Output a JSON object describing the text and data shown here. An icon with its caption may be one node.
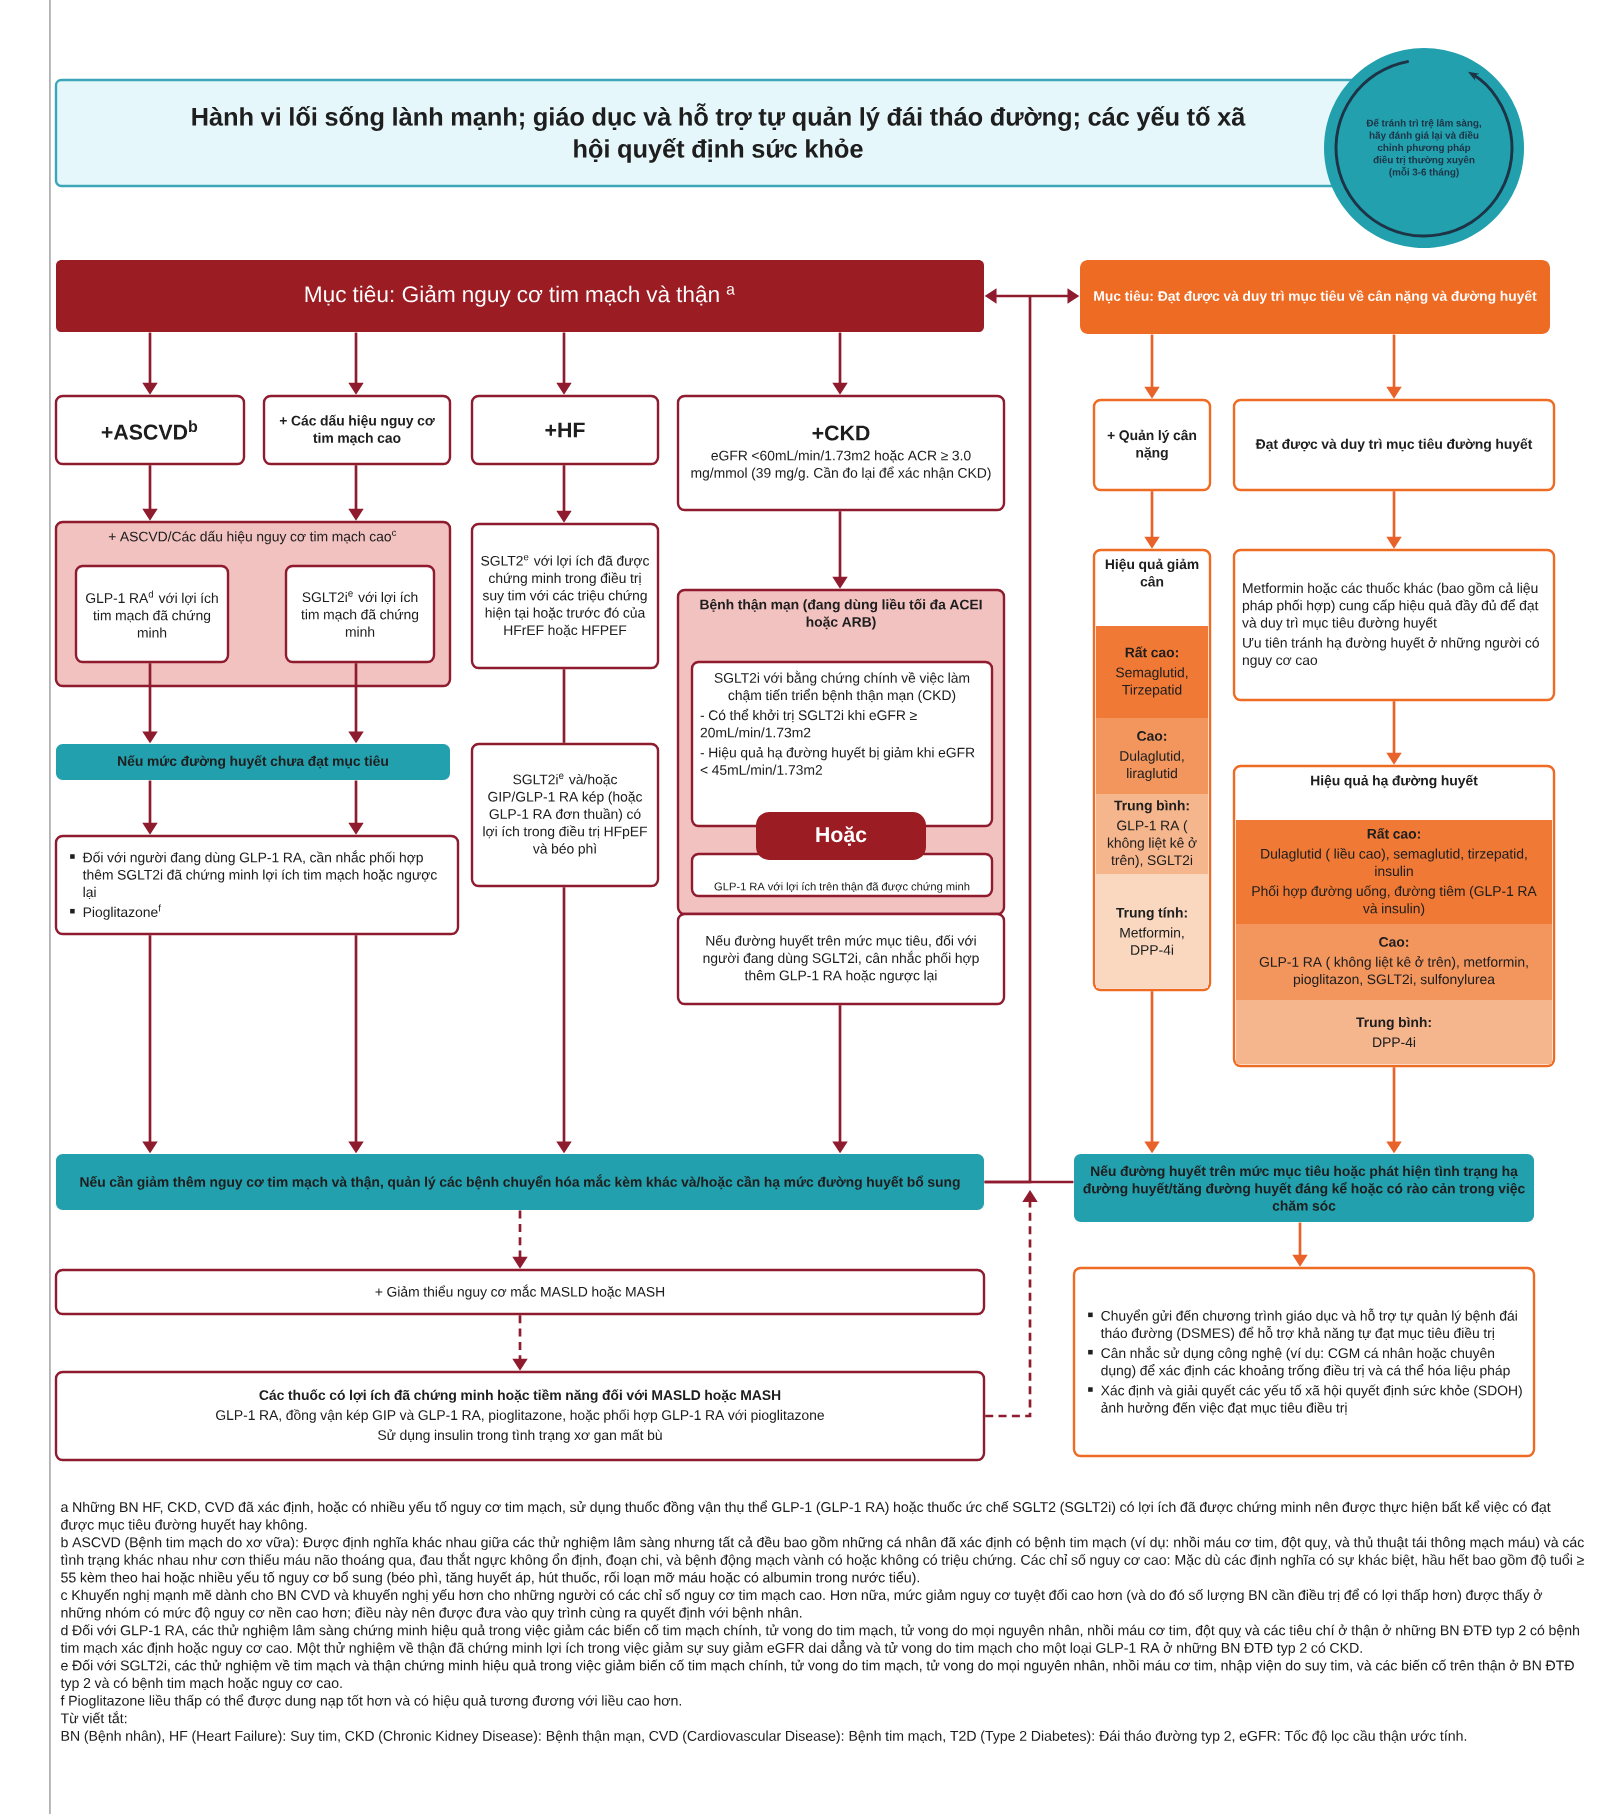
{
  "diagram": {
    "nodes": [
      {
        "text": [
          "Hành vi lối sống lành mạnh; giáo dục và hỗ trợ tự quản lý đái tháo đường; các yếu tố xã hội quyết định sức khỏe"
        ]
      },
      {
        "text": [
          "Để tránh trì trệ lâm sàng, hãy đánh giá lại và điều chỉnh phương pháp điều trị thường xuyên (mỗi 3-6 tháng)"
        ]
      },
      {
        "text": [
          "Mục tiêu: Giảm nguy cơ tim mạch và thận $^{a}$"
        ]
      },
      {
        "text": [
          "Mục tiêu: Đạt được và duy trì mục tiêu về cân nặng và đường huyết"
        ]
      },
      {
        "text": [
          "+ASCVD$^{b}$"
        ]
      },
      {
        "text": [
          "+ Các dấu hiệu nguy cơ tim mạch cao"
        ]
      },
      {
        "text": [
          "+HF"
        ]
      },
      {
        "text": [
          "+CKD",
          "eGFR <60mL/min/1.73m2 hoặc ACR ≥ 3.0 mg/mmol (39 mg/g. Cần đo lại để xác nhận CKD)"
        ]
      },
      {
        "text": [
          "+ ASCVD/Các dấu hiệu nguy cơ tim mạch cao$^{c}$"
        ]
      },
      {
        "text": [
          "GLP-1 RA$^{d}$ với lợi ích tim mạch đã chứng minh"
        ],
        "in": 8
      },
      {
        "text": [
          "SGLT2i$^{e}$ với lợi ích tim mạch đã chứng minh"
        ],
        "in": 8
      },
      {
        "text": [
          "Nếu mức đường huyết chưa đạt mục tiêu"
        ]
      },
      {
        "text": [
          "Đối với người đang dùng GLP-1 RA, cần nhắc phối hợp thêm SGLT2i đã chứng minh lợi ích tim mạch hoặc ngược lại",
          "Pioglitazone$^{f}$"
        ]
      },
      {
        "text": [
          "SGLT2$^{e}$ với lợi ích đã được chứng minh trong điều trị suy tim với các triệu chứng hiện tại hoặc trước đó của HFrEF hoặc HFPEF"
        ]
      },
      {
        "text": [
          "SGLT2i$^{e}$ và/hoặc GIP/GLP-1 RA kép (hoặc GLP-1 RA đơn thuần) có lợi ích trong điều trị HFpEF và béo phì"
        ]
      },
      {
        "text": [
          "Bệnh thận mạn (đang dùng liều tối đa ACEI hoặc ARB)"
        ]
      },
      {
        "text": [
          "SGLT2i với bằng chứng chính về việc làm chậm tiến triển bệnh thận mạn (CKD)",
          "- Có thể khởi trị SGLT2i khi eGFR ≥ 20mL/min/1.73m2",
          "- Hiệu quả hạ đường huyết bị giảm khi eGFR < 45mL/min/1.73m2"
        ],
        "in": 15
      },
      {
        "text": [
          "Hoặc"
        ],
        "in": 15
      },
      {
        "text": [
          "GLP-1 RA với lợi ích trên thận đã được chứng minh"
        ],
        "in": 15
      },
      {
        "text": [
          "Nếu đường huyết trên mức mục tiêu, đối với người đang dùng SGLT2i, cân nhắc phối hợp thêm GLP-1 RA hoặc ngược lại"
        ]
      },
      {
        "text": [
          "Nếu cần giảm thêm nguy cơ tim mạch và thận, quản lý các bệnh chuyển hóa mắc kèm khác và/hoặc cần hạ mức đường huyết bổ sung"
        ]
      },
      {
        "text": [
          "+ Giảm thiểu nguy cơ mắc MASLD hoặc MASH"
        ]
      },
      {
        "text": [
          "Các thuốc có lợi ích đã chứng minh hoặc tiềm năng đối với MASLD hoặc MASH",
          "GLP-1 RA, đồng vận kép GIP và GLP-1 RA, pioglitazone, hoặc phối hợp GLP-1 RA với pioglitazone",
          "Sử dụng insulin trong tình trạng xơ gan mất bù"
        ]
      },
      {
        "text": [
          "+ Quản lý cân nặng"
        ]
      },
      {
        "text": [
          "Đạt được và duy trì mục tiêu đường huyết"
        ]
      },
      {
        "text": [
          "Hiệu quả giảm cân"
        ]
      },
      {
        "text": [
          "Rất cao:",
          "Semaglutid, Tirzepatid"
        ],
        "in": 25
      },
      {
        "text": [
          "Cao:",
          "Dulaglutid, liraglutid"
        ],
        "in": 25
      },
      {
        "text": [
          "Trung bình:",
          "GLP-1 RA ( không liệt kê ở trên), SGLT2i"
        ],
        "in": 25
      },
      {
        "text": [
          "Trung tính:",
          "Metformin, DPP-4i"
        ],
        "in": 25
      },
      {
        "text": [
          "Metformin hoặc các thuốc khác (bao gồm cả liệu pháp phối hợp) cung cấp hiệu quả đầy đủ để đạt và duy trì mục tiêu đường huyết",
          "Ưu tiên tránh hạ đường huyết ở những người có nguy cơ cao"
        ]
      },
      {
        "text": [
          "Hiệu quả hạ đường huyết"
        ]
      },
      {
        "text": [
          "Rất cao:",
          "Dulaglutid ( liều cao), semaglutid, tirzepatid, insulin",
          "Phối hợp đường uống, đường tiêm (GLP-1 RA và insulin)"
        ],
        "in": 31
      },
      {
        "text": [
          "Cao:",
          "GLP-1 RA ( không liệt kê ở trên), metformin, pioglitazon, SGLT2i, sulfonylurea"
        ],
        "in": 31
      },
      {
        "text": [
          "Trung bình:",
          "DPP-4i"
        ],
        "in": 31
      },
      {
        "text": [
          "Nếu đường huyết trên mức mục tiêu hoặc phát hiện tình trạng hạ đường huyết/tăng đường huyết đáng kể hoặc có rào cản trong việc chăm sóc"
        ]
      },
      {
        "text": [
          "Chuyển gửi đến chương trình giáo dục và hỗ trợ tự quản lý bệnh đái tháo đường (DSMES) để hỗ trợ khả năng tự đạt mục tiêu điều trị",
          "Cân nhắc sử dụng công nghệ (ví dụ: CGM cá nhân hoặc chuyên dụng) để xác định các khoảng trống điều trị và cá thể hóa liệu pháp",
          "Xác định và giải quyết các yếu tố xã hội quyết định sức khỏe (SDOH) ảnh hưởng đến việc đạt mục tiêu điều trị"
        ]
      }
    ],
    "edges": [
      {
        "from": 2,
        "to": 3,
        "arrow": "both"
      },
      {
        "from": 2,
        "to": 4,
        "arrow": "to"
      },
      {
        "from": 2,
        "to": 5,
        "arrow": "to"
      },
      {
        "from": 2,
        "to": 6,
        "arrow": "to"
      },
      {
        "from": 2,
        "to": 7,
        "arrow": "to"
      },
      {
        "from": 4,
        "to": 8,
        "arrow": "to"
      },
      {
        "from": 5,
        "to": 8,
        "arrow": "to"
      },
      {
        "from": 9,
        "to": 11,
        "arrow": "to"
      },
      {
        "from": 10,
        "to": 11,
        "arrow": "to"
      },
      {
        "from": 11,
        "to": 12,
        "arrow": "to"
      },
      {
        "from": 11,
        "to": 12,
        "arrow": "to"
      },
      {
        "from": 6,
        "to": 13,
        "arrow": "to"
      },
      {
        "from": 13,
        "to": 14,
        "arrow": "none"
      },
      {
        "from": 7,
        "to": 15,
        "arrow": "to"
      },
      {
        "from": 12,
        "to": 20,
        "arrow": "to"
      },
      {
        "from": 12,
        "to": 20,
        "arrow": "to"
      },
      {
        "from": 14,
        "to": 20,
        "arrow": "to"
      },
      {
        "from": 19,
        "to": 20,
        "arrow": "to"
      },
      {
        "from": 20,
        "to": 21,
        "arrow": "to",
        "style": "dashed"
      },
      {
        "from": 21,
        "to": 22,
        "arrow": "to",
        "style": "dashed"
      },
      {
        "from": 22,
        "to": null,
        "arrow": "to",
        "style": "dashed"
      },
      {
        "from": 2,
        "to": 20,
        "arrow": "none"
      },
      {
        "from": 20,
        "to": 35,
        "arrow": "none"
      },
      {
        "from": 3,
        "to": 23,
        "arrow": "to",
        "color": "#e8622a"
      },
      {
        "from": 3,
        "to": 24,
        "arrow": "to",
        "color": "#e8622a"
      },
      {
        "from": 23,
        "to": 25,
        "arrow": "to",
        "color": "#e8622a"
      },
      {
        "from": 24,
        "to": 30,
        "arrow": "to",
        "color": "#e8622a"
      },
      {
        "from": 30,
        "to": 31,
        "arrow": "to",
        "color": "#e8622a"
      },
      {
        "from": 25,
        "to": 35,
        "arrow": "to",
        "color": "#e8622a"
      },
      {
        "from": 31,
        "to": 35,
        "arrow": "to",
        "color": "#e8622a"
      },
      {
        "from": 35,
        "to": 36,
        "arrow": "to",
        "color": "#e8622a"
      }
    ],
    "labels": [
      "a Những BN HF, CKD, CVD đã xác định, hoặc có nhiều yếu tố nguy cơ tim mạch, sử dụng thuốc đồng vận thụ thể GLP-1 (GLP-1 RA) hoặc thuốc ức chế SGLT2 (SGLT2i) có lợi ích đã được chứng minh nên được thực hiện bất kể việc có đạt được mục tiêu đường huyết hay không.",
      "b ASCVD (Bệnh tim mạch do xơ vữa): Được định nghĩa khác nhau giữa các thử nghiệm lâm sàng nhưng tất cả đều bao gồm những cá nhân đã xác định có bệnh tim mạch (ví dụ: nhồi máu cơ tim, đột quỵ, và thủ thuật tái thông mạch máu) và các tình trạng khác nhau như cơn thiếu máu não thoáng qua, đau thắt ngực không ổn định, đoạn chi, và bệnh động mạch vành có hoặc không có triệu chứng. Các chỉ số nguy cơ cao: Mặc dù các định nghĩa có sự khác biệt, hầu hết bao gồm độ tuổi ≥ 55 kèm theo hai hoặc nhiều yếu tố nguy cơ bổ sung (béo phì, tăng huyết áp, hút thuốc, rối loạn mỡ máu hoặc có albumin trong nước tiểu).",
      "c Khuyến nghị mạnh mẽ dành cho BN CVD và khuyến nghị yếu hơn cho những người có các chỉ số nguy cơ tim mạch cao. Hơn nữa, mức giảm nguy cơ tuyệt đối cao hơn (và do đó số lượng BN cần điều trị để có lợi thấp hơn) được thấy ở những nhóm có mức độ nguy cơ nền cao hơn; điều này nên được đưa vào quy trình cùng ra quyết định với bệnh nhân.",
      "d Đối với GLP-1 RA, các thử nghiệm lâm sàng chứng minh hiệu quả trong việc giảm các biến cố tim mạch chính, tử vong do tim mạch, tử vong do mọi nguyên nhân, nhồi máu cơ tim, đột quỵ và các tiêu chí ở thận ở những BN ĐTĐ typ 2 có bệnh tim mạch xác định hoặc nguy cơ cao. Một thử nghiệm về thận đã chứng minh lợi ích trong việc giảm sự suy giảm eGFR dai dẳng và tử vong do tim mạch cho một loại GLP-1 RA ở những BN ĐTĐ typ 2 có CKD.",
      "e Đối với SGLT2i, các thử nghiệm về tim mạch và thận chứng minh hiệu quả trong việc giảm biến cố tim mạch chính, tử vong do tim mạch, tử vong do mọi nguyên nhân, nhồi máu cơ tim, nhập viện do suy tim, và các biến cố trên thận ở BN ĐTĐ typ 2 và có bệnh tim mạch hoặc nguy cơ cao.",
      "f Pioglitazone liều thấp có thể được dung nạp tốt hơn và có hiệu quả tương đương với liều cao hơn.",
      "Từ viết tắt:",
      "BN (Bệnh nhân), HF (Heart Failure): Suy tim, CKD (Chronic Kidney Disease): Bệnh thận mạn, CVD (Cardiovascular Disease): Bệnh tim mạch, T2D (Type 2 Diabetes): Đái tháo đường typ 2, eGFR: Tốc độ lọc cầu thận ước tính."
    ]
  }
}
